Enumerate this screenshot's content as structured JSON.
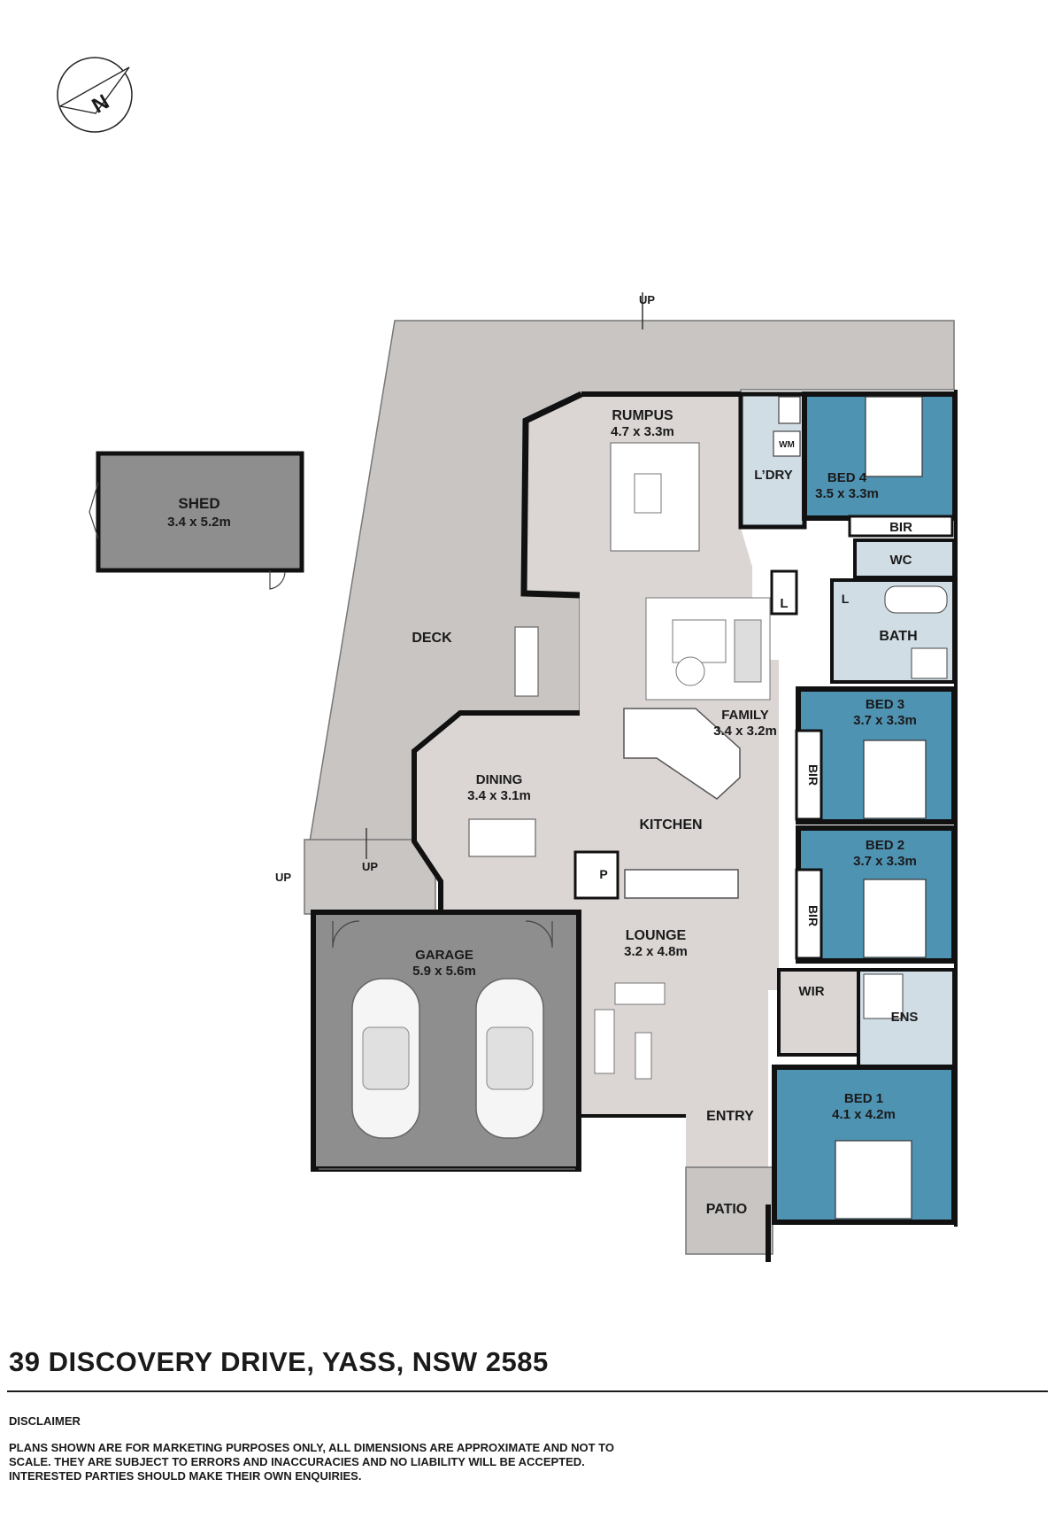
{
  "plan": {
    "compass_label": "N",
    "rooms": {
      "shed": {
        "name": "SHED",
        "size": "3.4 x 5.2m"
      },
      "deck": {
        "name": "DECK"
      },
      "rumpus": {
        "name": "RUMPUS",
        "size": "4.7 x 3.3m"
      },
      "laundry": {
        "name": "L’DRY",
        "wm": "WM"
      },
      "bed4": {
        "name": "BED 4",
        "size": "3.5 x 3.3m"
      },
      "bir_top": {
        "name": "BIR"
      },
      "wc": {
        "name": "WC"
      },
      "linen1": {
        "name": "L"
      },
      "linen2": {
        "name": "L"
      },
      "bath": {
        "name": "BATH"
      },
      "family": {
        "name": "FAMILY",
        "size": "3.4 x 3.2m"
      },
      "bed3": {
        "name": "BED 3",
        "size": "3.7 x 3.3m"
      },
      "bir3": {
        "name": "BIR"
      },
      "dining": {
        "name": "DINING",
        "size": "3.4 x 3.1m"
      },
      "kitchen": {
        "name": "KITCHEN"
      },
      "pantry": {
        "name": "P"
      },
      "bed2": {
        "name": "BED 2",
        "size": "3.7 x 3.3m"
      },
      "bir2": {
        "name": "BIR"
      },
      "lounge": {
        "name": "LOUNGE",
        "size": "3.2 x 4.8m"
      },
      "garage": {
        "name": "GARAGE",
        "size": "5.9 x 5.6m"
      },
      "wir": {
        "name": "WIR"
      },
      "ens": {
        "name": "ENS"
      },
      "bed1": {
        "name": "BED 1",
        "size": "4.1 x 4.2m"
      },
      "entry": {
        "name": "ENTRY"
      },
      "patio": {
        "name": "PATIO"
      }
    },
    "stairs": {
      "top": "UP",
      "side_left": "UP",
      "side_inner": "UP"
    },
    "colors": {
      "outdoor": "#c8c5c3",
      "interior": "#dbd6d4",
      "bedroom": "#4f93b3",
      "wet": "#d0dde5",
      "garage": "#8e8e8e",
      "wall": "#111111"
    }
  },
  "address": "39 DISCOVERY DRIVE, YASS, NSW 2585",
  "disclaimer": {
    "heading": "DISCLAIMER",
    "text": "PLANS SHOWN ARE FOR MARKETING PURPOSES ONLY, ALL DIMENSIONS ARE APPROXIMATE AND NOT TO SCALE. THEY ARE SUBJECT TO ERRORS AND INACCURACIES AND NO LIABILITY WILL BE ACCEPTED. INTERESTED PARTIES SHOULD MAKE THEIR OWN ENQUIRIES."
  }
}
